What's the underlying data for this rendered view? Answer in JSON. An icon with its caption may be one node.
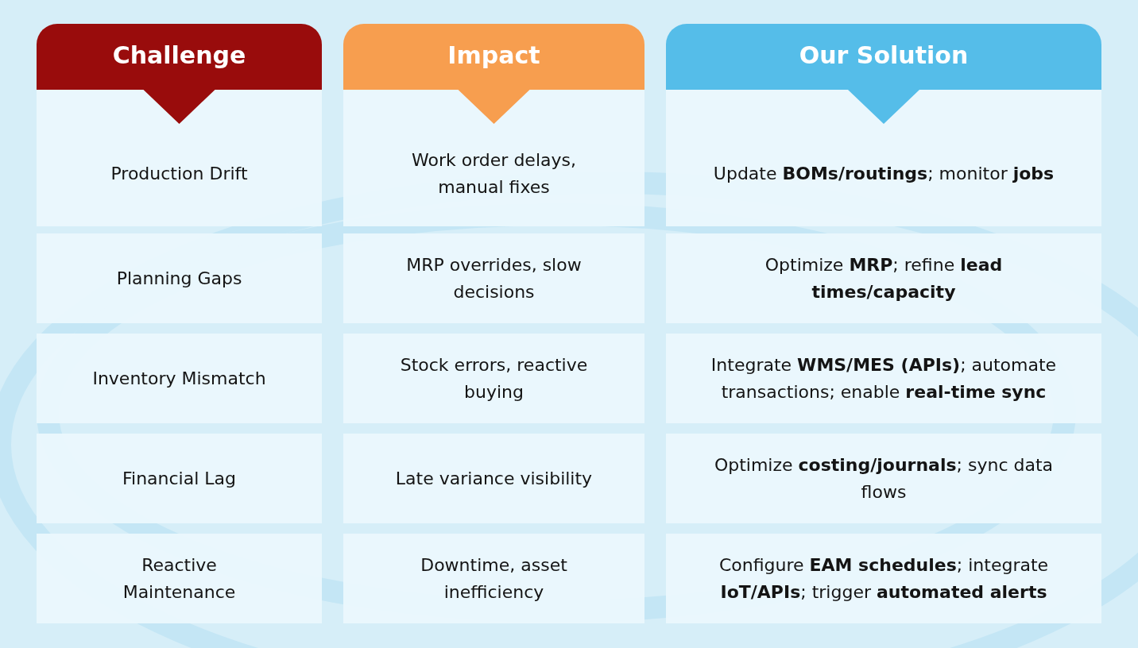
{
  "diagram": {
    "labels": [
      "Challenge",
      "Impact",
      "Our Solution",
      "Production Drift",
      "Work order delays, manual fixes",
      "Update **BOMs/routings**; monitor **jobs**",
      "Planning Gaps",
      "MRP overrides, slow decisions",
      "Optimize **MRP**; refine **lead times/capacity**",
      "Inventory Mismatch",
      "Stock errors, reactive buying",
      "Integrate **WMS/MES (APIs)**; automate transactions; enable **real-time sync**",
      "Financial Lag",
      "Late variance visibility",
      "Optimize **costing/journals**; sync data flows",
      "Reactive Maintenance",
      "Downtime, asset inefficiency",
      "Configure **EAM schedules**; integrate **IoT/APIs**; trigger **automated alerts**"
    ]
  }
}
